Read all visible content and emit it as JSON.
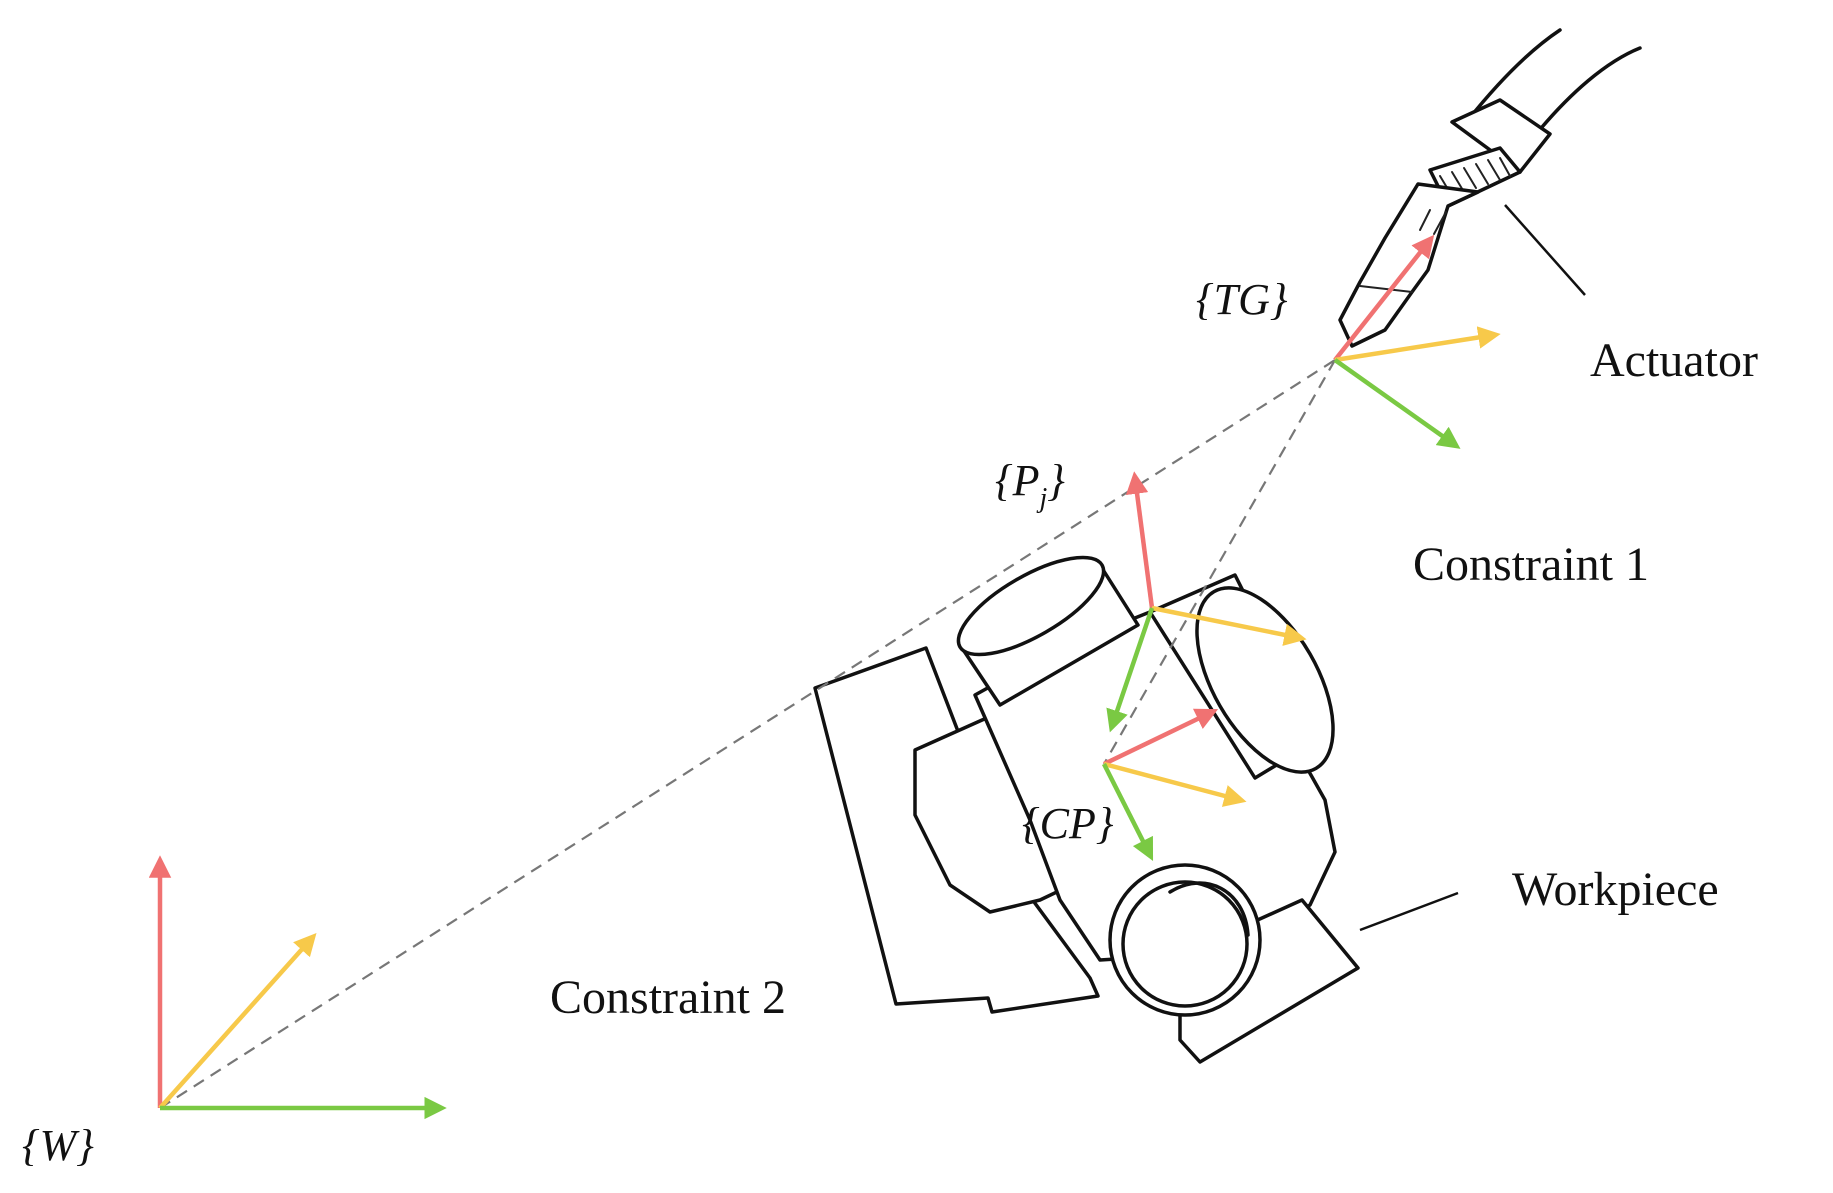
{
  "labels": {
    "actuator": "Actuator",
    "constraint1": "Constraint 1",
    "constraint2": "Constraint 2",
    "workpiece": "Workpiece"
  },
  "frames": {
    "world": "{W}",
    "tool": "{TG}",
    "pj": "{P",
    "pj_sub": "j",
    "pj_close": "}",
    "cp": "{CP}"
  },
  "colors": {
    "red_axis": "#f07272",
    "yellow_axis": "#f7c94a",
    "green_axis": "#7ac943",
    "dashed_line": "#777777",
    "ink": "#111111"
  }
}
